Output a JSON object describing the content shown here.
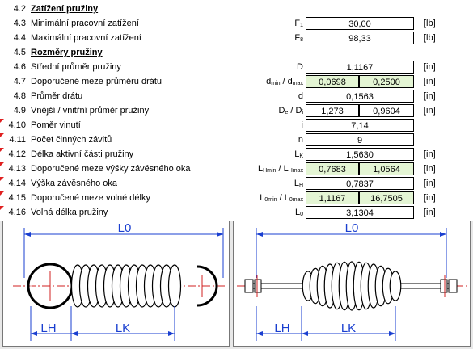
{
  "rows": [
    {
      "num": "4.2",
      "label": "Zatížení pružiny",
      "bold": true
    },
    {
      "num": "4.3",
      "label": "Minimální pracovní zatížení",
      "sym": "F",
      "sub": "1",
      "value": "30,00",
      "unit": "[lb]"
    },
    {
      "num": "4.4",
      "label": "Maximální pracovní zatížení",
      "sym": "F",
      "sub": "8",
      "value": "98,33",
      "unit": "[lb]"
    },
    {
      "num": "4.5",
      "label": "Rozměry pružiny",
      "bold": true
    },
    {
      "num": "4.6",
      "label": "Střední průměr pružiny",
      "sym": "D",
      "value": "1,1167",
      "unit": "[in]"
    },
    {
      "num": "4.7",
      "label": "Doporučené meze průměru drátu",
      "sym": "d",
      "sub": "min",
      "sym2": " / d",
      "sub2": "max",
      "v1": "0,0698",
      "v2": "0,2500",
      "unit": "[in]"
    },
    {
      "num": "4.8",
      "label": "Průměr drátu",
      "sym": "d",
      "value": "0,1563",
      "unit": "[in]"
    },
    {
      "num": "4.9",
      "label": "Vnější / vnitřní průměr pružiny",
      "sym": "D",
      "sub": "e",
      "sym2": " / D",
      "sub2": "i",
      "v1": "1,273",
      "v2": "0,9604",
      "unit": "[in]"
    },
    {
      "num": "4.10",
      "label": "Poměr vinutí",
      "sym": "i",
      "value": "7,14",
      "unit": ""
    },
    {
      "num": "4.11",
      "label": "Počet činných závitů",
      "sym": "n",
      "value": "9",
      "unit": ""
    },
    {
      "num": "4.12",
      "label": "Délka aktivní části pružiny",
      "sym": "L",
      "sub": "K",
      "value": "1,5630",
      "unit": "[in]"
    },
    {
      "num": "4.13",
      "label": "Doporučené meze výšky závěsného oka",
      "sym": "L",
      "sub": "Hmin",
      "sym2": " / L",
      "sub2": "Hmax",
      "v1": "0,7683",
      "v2": "1,0564",
      "unit": "[in]"
    },
    {
      "num": "4.14",
      "label": "Výška závěsného oka",
      "sym": "L",
      "sub": "H",
      "value": "0,7837",
      "unit": "[in]"
    },
    {
      "num": "4.15",
      "label": "Doporučené meze volné délky",
      "sym": "L",
      "sub": "0min",
      "sym2": " / L",
      "sub2": "0max",
      "v1": "1,1167",
      "v2": "16,7505",
      "unit": "[in]"
    },
    {
      "num": "4.16",
      "label": "Volná délka pružiny",
      "sym": "L",
      "sub": "0",
      "value": "3,1304",
      "unit": "[in]"
    }
  ],
  "diagram": {
    "label_l0": "L0",
    "label_lh": "LH",
    "label_lk": "LK"
  }
}
